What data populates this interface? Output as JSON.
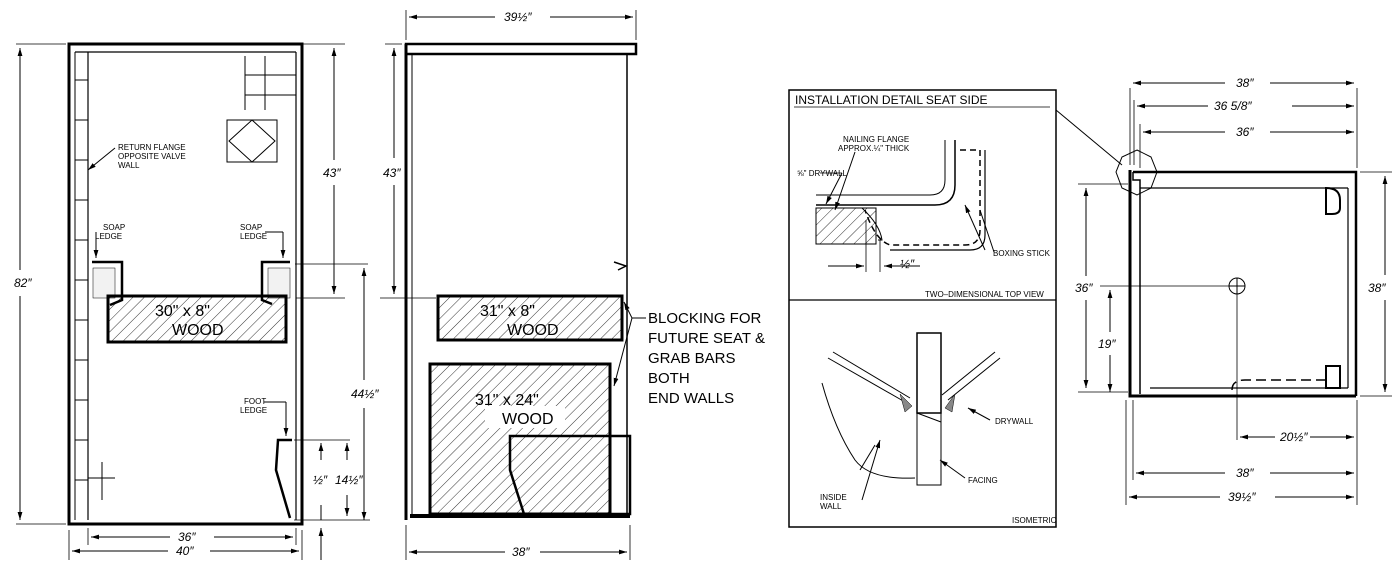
{
  "left_view": {
    "dim_height": "82″",
    "dim_upper": "43″",
    "dim_lower": "44½″",
    "dim_inner_width": "36″",
    "dim_outer_width": "40″",
    "dim_foot_gap": "½″",
    "dim_foot_height": "14½″",
    "note_return_flange": [
      "RETURN FLANGE",
      "OPPOSITE VALVE",
      "WALL"
    ],
    "note_soap_left": [
      "SOAP",
      "LEDGE"
    ],
    "note_soap_right": [
      "SOAP",
      "LEDGE"
    ],
    "note_foot": [
      "FOOT",
      "LEDGE"
    ],
    "blocking_label": [
      "30\" x 8\"",
      "WOOD"
    ]
  },
  "middle_view": {
    "dim_top_width": "39½″",
    "dim_upper": "43″",
    "dim_bottom_width": "38″",
    "block_upper": [
      "31\" x 8\"",
      "WOOD"
    ],
    "block_lower": [
      "31\" x 24\"",
      "WOOD"
    ],
    "blocking_note": [
      "BLOCKING FOR",
      "FUTURE SEAT &",
      "GRAB BARS",
      "BOTH",
      "END WALLS"
    ]
  },
  "detail": {
    "title": "INSTALLATION DETAIL SEAT SIDE",
    "nailing_flange": [
      "NAILING FLANGE",
      "APPROX.¼\" THICK"
    ],
    "drywall_top": "⅝\" DRYWALL",
    "boxing_stick": "BOXING STICK",
    "half_dim": "½″",
    "top_view_caption": "TWO–DIMENSIONAL TOP VIEW",
    "drywall": "DRYWALL",
    "facing": "FACING",
    "inside_wall": [
      "INSIDE",
      "WALL"
    ],
    "isometric_caption": "ISOMETRIC"
  },
  "plan_view": {
    "dim_38_top": "38″",
    "dim_36_58": "36 5/8″",
    "dim_36_top": "36″",
    "dim_36_left": "36″",
    "dim_19": "19″",
    "dim_38_right": "38″",
    "dim_20_half": "20½″",
    "dim_38_bottom": "38″",
    "dim_39_half": "39½″"
  }
}
